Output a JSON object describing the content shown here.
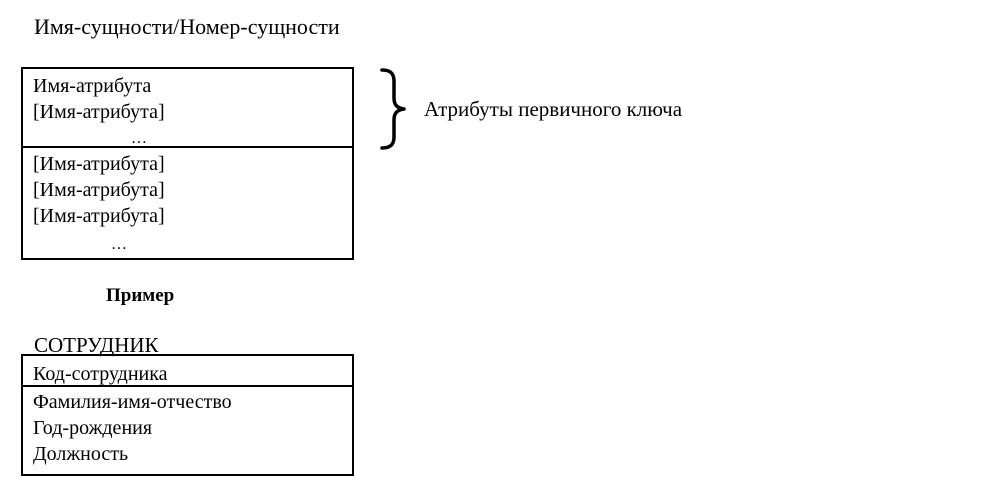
{
  "template": {
    "title": "Имя-сущности/Номер-сущности",
    "key_attributes": [
      "Имя-атрибута",
      "[Имя-атрибута]"
    ],
    "key_ellipsis": "…",
    "non_key_attributes": [
      "[Имя-атрибута]",
      "[Имя-атрибута]",
      "[Имя-атрибута]"
    ],
    "non_key_ellipsis": "…",
    "brace_label": "Атрибуты первичного ключа"
  },
  "example": {
    "heading": "Пример",
    "entity_name": "СОТРУДНИК",
    "key_attributes": [
      "Код-сотрудника"
    ],
    "non_key_attributes": [
      "Фамилия-имя-отчество",
      "Год-рождения",
      "Должность"
    ]
  }
}
